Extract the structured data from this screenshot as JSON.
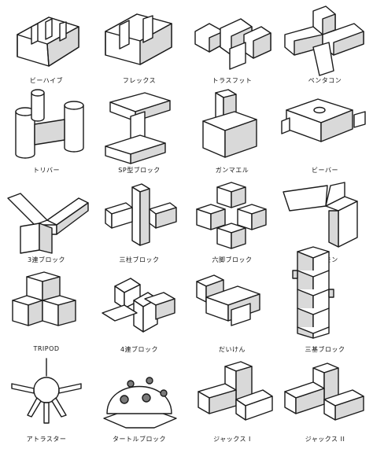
{
  "captions": [
    "ビーハイブ",
    "フレックス",
    "トラスフット",
    "ペンタコン",
    "トリバー",
    "SP型ブロック",
    "ガンマエル",
    "ビーバー",
    "3連ブロック",
    "三柱ブロック",
    "六脚ブロック",
    "アクモン",
    "TRIPOD",
    "4連ブロック",
    "だいけん",
    "三基ブロック",
    "アトラスター",
    "タートルブロック",
    "ジャックス I",
    "ジャックス II"
  ]
}
